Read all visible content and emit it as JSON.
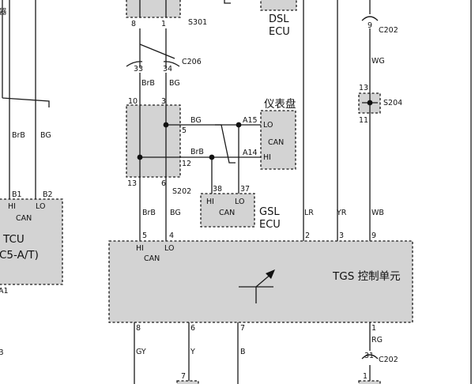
{
  "boxes": {
    "tcu": {
      "name": "TCU",
      "model": "C5-A/T)",
      "can": "CAN",
      "hi": "HI",
      "lo": "LO",
      "pin_b1": "B1",
      "pin_b2": "B2",
      "pin_a1": "A1"
    },
    "tgs": {
      "name": "TGS 控制单元",
      "can": "CAN",
      "hi": "HI",
      "lo": "LO"
    },
    "cluster": {
      "name": "仪表盘",
      "can": "CAN",
      "lo": "LO",
      "hi": "HI"
    },
    "gsl": {
      "name": "GSL",
      "sub": "ECU",
      "can": "CAN",
      "hi": "HI",
      "lo": "LO"
    },
    "dsl": {
      "name": "DSL",
      "sub": "ECU"
    }
  },
  "connectors": {
    "s301": "S301",
    "c206": "C206",
    "s202": "S202",
    "s204": "S204",
    "c202_top": "C202",
    "c202_bottom": "C202"
  },
  "wire_colors": {
    "tcu_left": "BrB",
    "tcu_right": "BG",
    "c206_left": "BrB",
    "c206_right": "BG",
    "splice_bg": "BG",
    "splice_brb": "BrB",
    "tgs_can_l": "BrB",
    "tgs_can_r": "BG",
    "lr": "LR",
    "yr": "YR",
    "wg": "WG",
    "wb": "WB",
    "gy": "GY",
    "y": "Y",
    "b": "B",
    "rg": "RG"
  },
  "pins": {
    "s301_8": "8",
    "s301_1": "1",
    "c206_33": "33",
    "c206_34": "34",
    "s202_10": "10",
    "s202_3": "3",
    "s202_5": "5",
    "s202_12": "12",
    "s202_13": "13",
    "s202_6": "6",
    "cluster_a15": "A15",
    "cluster_a14": "A14",
    "gsl_38": "38",
    "gsl_37": "37",
    "tgs_5": "5",
    "tgs_4": "4",
    "tgs_2": "2",
    "tgs_3": "3",
    "tgs_9": "9",
    "tgs_8": "8",
    "tgs_6": "6",
    "tgs_7": "7",
    "tgs_1": "1",
    "c202_9": "9",
    "s204_13": "13",
    "s204_11": "11",
    "c202_31": "31",
    "bottom_7": "7",
    "bottom_1": "1",
    "left_b": "B"
  },
  "fragments": {
    "left_top_glyph": "器"
  },
  "colors": {
    "box_fill": "#d3d3d3",
    "line": "#1a1a1a"
  }
}
